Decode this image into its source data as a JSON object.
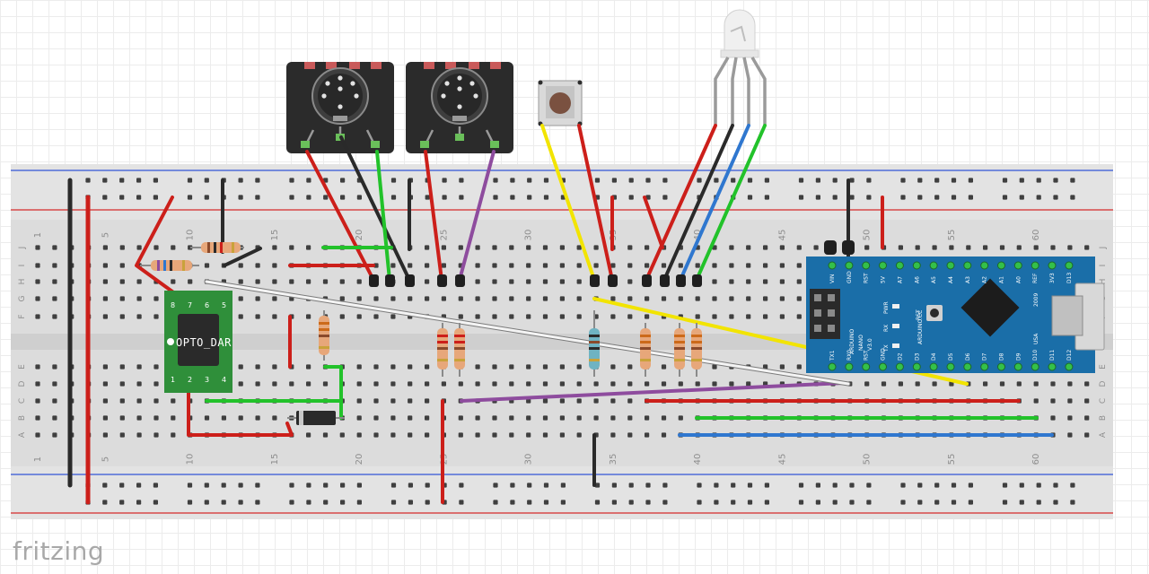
{
  "app": {
    "brand": "fritzing"
  },
  "breadboard": {
    "column_numbers": [
      "1",
      "5",
      "10",
      "15",
      "20",
      "25",
      "30",
      "35",
      "40",
      "45",
      "50",
      "55",
      "60"
    ],
    "row_letters_top": [
      "J",
      "I",
      "H",
      "G",
      "F"
    ],
    "row_letters_bottom": [
      "E",
      "D",
      "C",
      "B",
      "A"
    ]
  },
  "optocoupler": {
    "label": "OPTO_DAR",
    "pins_top": [
      "8",
      "7",
      "6",
      "5"
    ],
    "pins_bottom": [
      "1",
      "2",
      "3",
      "4"
    ]
  },
  "arduino": {
    "board_name": "ARDUINO",
    "model": "NANO",
    "version": "V3.0",
    "website": "ARDUINO.CC",
    "year": "2009",
    "country": "USA",
    "rst_label": "RST",
    "pwr_label": "PWR",
    "rx_label": "RX",
    "tx_label": "TX",
    "top_pins": [
      "VIN",
      "GND",
      "RST",
      "5V",
      "A7",
      "A6",
      "A5",
      "A4",
      "A3",
      "A2",
      "A1",
      "A0",
      "REF",
      "3V3",
      "D13"
    ],
    "bottom_pins": [
      "TX1",
      "RX0",
      "RST",
      "GND",
      "D2",
      "D3",
      "D4",
      "D5",
      "D6",
      "D7",
      "D8",
      "D9",
      "D10",
      "D11",
      "D12"
    ]
  },
  "colors": {
    "wire_red": "#cc1f1a",
    "wire_black": "#2a2a2a",
    "wire_green": "#22c22a",
    "wire_purple": "#8e4c9e",
    "wire_yellow": "#f2e400",
    "wire_blue": "#2f77cf",
    "wire_white": "#f4f4f4",
    "nano_blue": "#1a6ea8",
    "opto_green": "#2f8f3a"
  }
}
